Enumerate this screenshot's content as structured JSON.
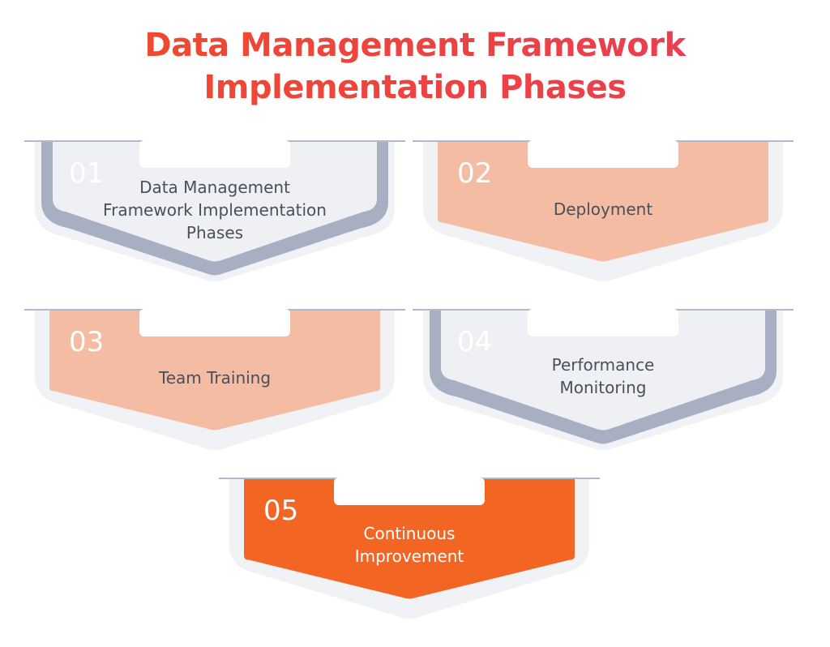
{
  "title": {
    "line1": "Data Management Framework",
    "line2": "Implementation Phases"
  },
  "colors": {
    "title_start": "#ef4d26",
    "title_end": "#ea3a5a",
    "slate_shadow": "#a9afc2",
    "slate_face": "#eef0f4",
    "peach_face": "#f4bca2",
    "orange_face": "#f26522",
    "halo": "#f1f2f5",
    "rail": "#b4b9c9"
  },
  "phases": [
    {
      "number": "01",
      "label_lines": [
        "Data Management",
        "Framework Implementation",
        "Phases"
      ],
      "style": "slate"
    },
    {
      "number": "02",
      "label_lines": [
        "Deployment"
      ],
      "style": "peach"
    },
    {
      "number": "03",
      "label_lines": [
        "Team Training"
      ],
      "style": "peach"
    },
    {
      "number": "04",
      "label_lines": [
        "Performance",
        "Monitoring"
      ],
      "style": "slate"
    },
    {
      "number": "05",
      "label_lines": [
        "Continuous",
        "Improvement"
      ],
      "style": "orange"
    }
  ]
}
